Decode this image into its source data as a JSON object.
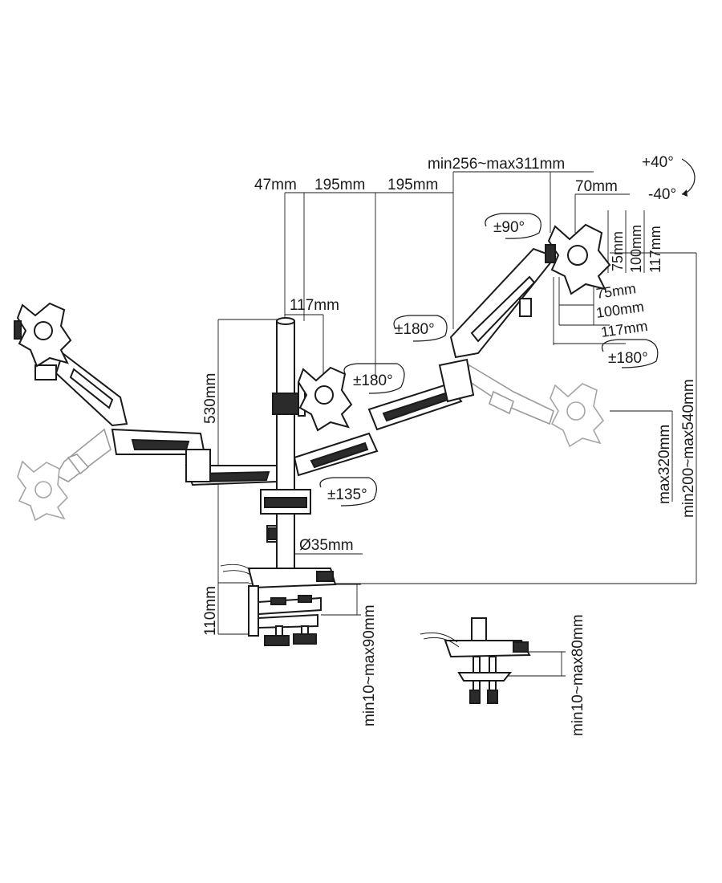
{
  "labels": {
    "depth_range": "min256~max311mm",
    "tilt_up": "+40°",
    "tilt_down": "-40°",
    "offset_47": "47mm",
    "arm1": "195mm",
    "arm2": "195mm",
    "offset_70": "70mm",
    "rotate_90": "±90°",
    "vesa_75_v": "75mm",
    "vesa_100_v": "100mm",
    "vesa_117_v": "117mm",
    "vesa_75_h": "75mm",
    "vesa_100_h": "100mm",
    "vesa_117_h": "117mm",
    "plate_117": "117mm",
    "swivel_180_right": "±180°",
    "swivel_180_arm": "±180°",
    "swivel_180_center": "±180°",
    "pole_530": "530mm",
    "joint_135": "±135°",
    "pole_dia": "Ø35mm",
    "clamp_110": "110mm",
    "clamp_range": "min10~max90mm",
    "height_max320": "max320mm",
    "height_range": "min200~max540mm",
    "grommet_range": "min10~max80mm"
  }
}
